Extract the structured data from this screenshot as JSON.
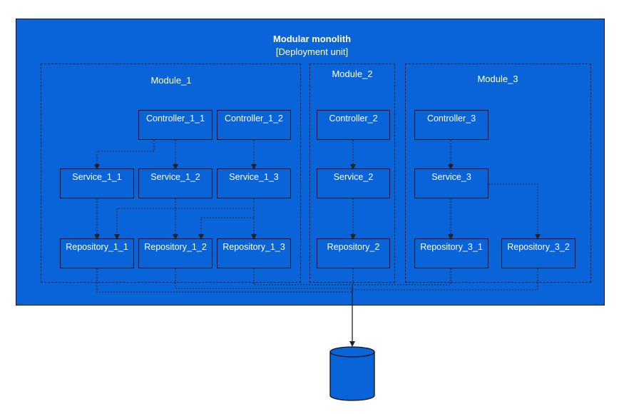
{
  "diagram": {
    "title": "Modular monolith",
    "subtitle": "[Deployment unit]",
    "modules": [
      {
        "label": "Module_1",
        "controllers": [
          "Controller_1_1",
          "Controller_1_2"
        ],
        "services": [
          "Service_1_1",
          "Service_1_2",
          "Service_1_3"
        ],
        "repositories": [
          "Repository_1_1",
          "Repository_1_2",
          "Repository_1_3"
        ]
      },
      {
        "label": "Module_2",
        "controllers": [
          "Controller_2"
        ],
        "services": [
          "Service_2"
        ],
        "repositories": [
          "Repository_2"
        ]
      },
      {
        "label": "Module_3",
        "controllers": [
          "Controller_3"
        ],
        "services": [
          "Service_3"
        ],
        "repositories": [
          "Repository_3_1",
          "Repository_3_2"
        ]
      }
    ]
  },
  "colors": {
    "fill": "#0a64d9",
    "border": "#111111",
    "text": "#ffffff",
    "background": "#ffffff"
  },
  "icons": {
    "database": "database-cylinder-icon"
  }
}
